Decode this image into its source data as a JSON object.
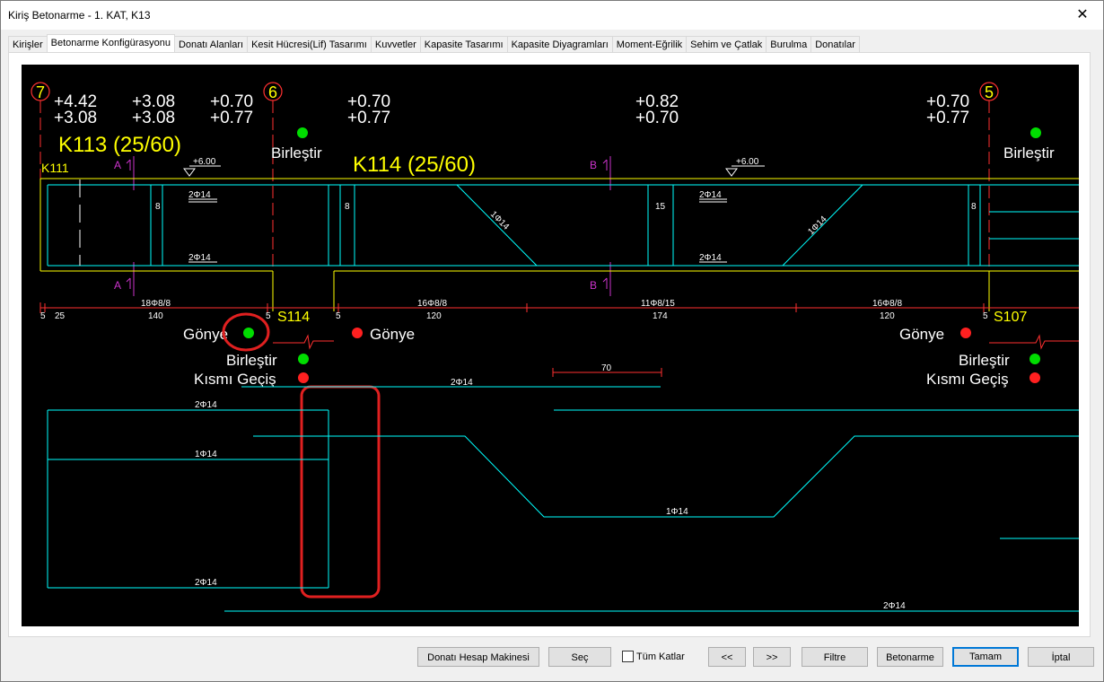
{
  "window": {
    "title": "Kiriş Betonarme - 1. KAT, K13",
    "close_glyph": "✕"
  },
  "tabs": [
    {
      "label": "Kirişler"
    },
    {
      "label": "Betonarme Konfigürasyonu",
      "active": true
    },
    {
      "label": "Donatı Alanları"
    },
    {
      "label": "Kesit Hücresi(Lif) Tasarımı"
    },
    {
      "label": "Kuvvetler"
    },
    {
      "label": "Kapasite Tasarımı"
    },
    {
      "label": "Kapasite Diyagramları"
    },
    {
      "label": "Moment-Eğrilik"
    },
    {
      "label": "Sehim ve Çatlak"
    },
    {
      "label": "Burulma"
    },
    {
      "label": "Donatılar"
    }
  ],
  "drawing": {
    "axes": {
      "a7": "7",
      "a6": "6",
      "a5": "5"
    },
    "elev_left": {
      "c1a": "+4.42",
      "c1b": "+3.08",
      "c2a": "+3.08",
      "c2b": "+3.08",
      "c3a": "+0.70",
      "c3b": "+0.77"
    },
    "elev_mid1": {
      "a": "+0.70",
      "b": "+0.77"
    },
    "elev_mid2": {
      "a": "+0.82",
      "b": "+0.70"
    },
    "elev_right": {
      "a": "+0.70",
      "b": "+0.77"
    },
    "beam_k113": "K113 (25/60)",
    "beam_k114": "K114 (25/60)",
    "beam_k111": "K111",
    "birlestir_top_left": "Birleştir",
    "birlestir_top_right": "Birleştir",
    "section_a": "A",
    "section_b": "B",
    "level_mark": "+6.00",
    "rebar": {
      "top_left": "2Φ14",
      "bot_left": "2Φ14",
      "top_right": "2Φ14",
      "bot_right": "2Φ14",
      "diag1": "1Φ14",
      "diag2": "1Φ14",
      "w8a": "8",
      "w8b": "8",
      "w15": "15",
      "w8c": "8"
    },
    "dims": {
      "d5a": "5",
      "d25": "25",
      "s18": "18Φ8/8",
      "d140": "140",
      "d5b": "5",
      "d5c": "5",
      "s16a": "16Φ8/8",
      "d120a": "120",
      "s11": "11Φ8/15",
      "d174": "174",
      "s16b": "16Φ8/8",
      "d120b": "120",
      "d5d": "5"
    },
    "s114": "S114",
    "s107": "S107",
    "gonye_left": "Gönye",
    "gonye_mid": "Gönye",
    "gonye_right": "Gönye",
    "birlestir_left": "Birleştir",
    "birlestir_right": "Birleştir",
    "kismi_left": "Kısmı Geçiş",
    "kismi_right": "Kısmı Geçiş",
    "dim70": "70",
    "lower": {
      "l1": "2Φ14",
      "l2": "2Φ14",
      "l3": "1Φ14",
      "l4": "1Φ14",
      "l5": "2Φ14",
      "l6": "2Φ14"
    },
    "colors": {
      "bg": "#000000",
      "cyan": "#00ffff",
      "yellow": "#ffff00",
      "red": "#ff0000",
      "magenta": "#cc33cc",
      "green": "#00dd00",
      "white": "#ffffff",
      "highlight": "#e02020"
    }
  },
  "buttons": {
    "calc": "Donatı Hesap Makinesi",
    "sec": "Seç",
    "tum_katlar": "Tüm Katlar",
    "prev": "<<",
    "next": ">>",
    "filtre": "Filtre",
    "betonarme": "Betonarme",
    "tamam": "Tamam",
    "iptal": "İptal"
  }
}
